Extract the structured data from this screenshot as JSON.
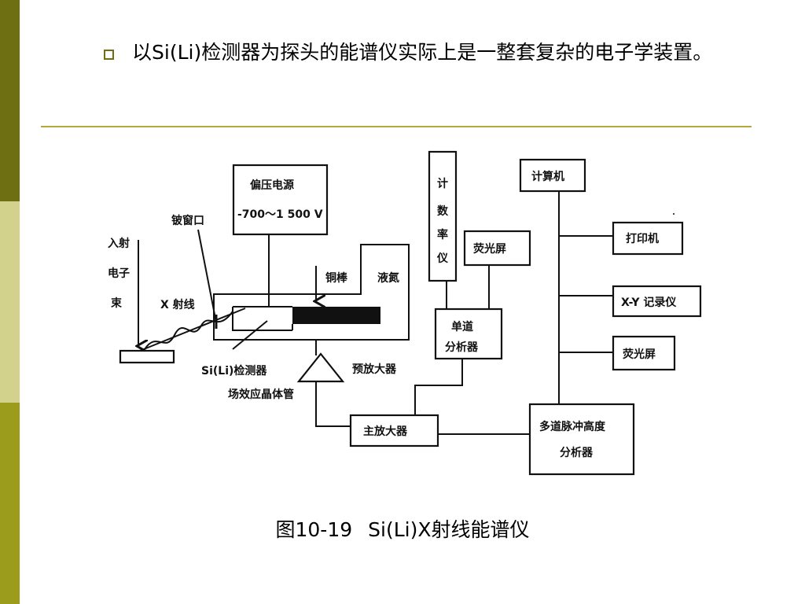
{
  "slide": {
    "bullet_text": "以Si(Li)检测器为探头的能谱仪实际上是一整套复杂的电子学装置。",
    "caption_number": "图10-19",
    "caption_title": "Si(Li)X射线能谱仪",
    "colors": {
      "sidebar_dark": "#6e6e12",
      "sidebar_light": "#d2d28c",
      "sidebar_mid": "#9c9c1c",
      "rule": "#b4a83a"
    }
  },
  "diagram": {
    "bias_supply": {
      "title": "偏压电源",
      "voltage": "-700～1 500 V"
    },
    "beryllium_window": "铍窗口",
    "incident_beam": [
      "入射",
      "电子",
      "束"
    ],
    "xray": "X 射线",
    "copper_rod": "铜棒",
    "liquid_nitrogen": "液氮",
    "sili_detector": "Si(Li)检测器",
    "fet": "场效应晶体管",
    "preamp": "预放大器",
    "main_amp": "主放大器",
    "count_rate_meter": [
      "计",
      "数",
      "率",
      "仪"
    ],
    "screen_top": "荧光屏",
    "single_channel_analyzer": [
      "单道",
      "分析器"
    ],
    "computer": "计算机",
    "printer": "打印机",
    "xy_recorder": "X-Y 记录仪",
    "screen_right": "荧光屏",
    "multichannel_analyzer": [
      "多道脉冲高度",
      "分析器"
    ]
  }
}
